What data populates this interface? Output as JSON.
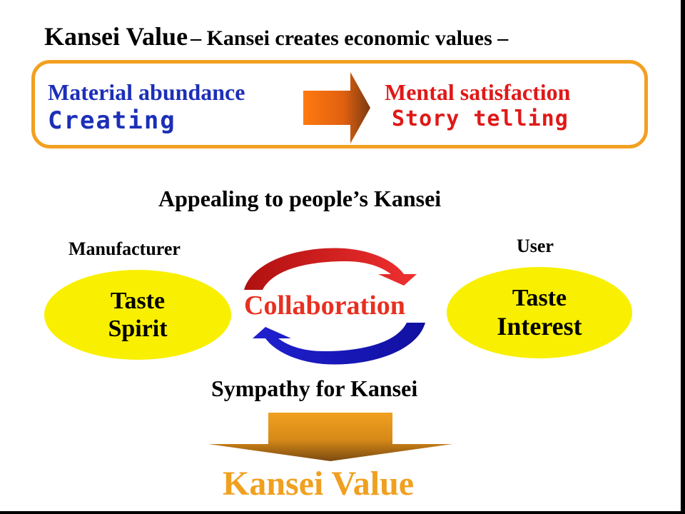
{
  "title": {
    "main": "Kansei Value",
    "sub": "– Kansei creates economic values –"
  },
  "top_box": {
    "left_line1": "Material abundance",
    "left_line2": "Creating",
    "right_line1": "Mental satisfaction",
    "right_line2": "Story telling"
  },
  "appeal": "Appealing to people’s Kansei",
  "manufacturer": {
    "label": "Manufacturer",
    "line1": "Taste",
    "line2": "Spirit"
  },
  "user": {
    "label": "User",
    "line1": "Taste",
    "line2": "Interest"
  },
  "collaboration": "Collaboration",
  "sympathy": "Sympathy for Kansei",
  "result": "Kansei Value",
  "colors": {
    "blue_text": "#1c2fb8",
    "red_text": "#e01818",
    "orange_border": "#f2a020",
    "ellipse_yellow": "#f8f000",
    "collab_red": "#e83020",
    "result_orange": "#f0a020"
  }
}
